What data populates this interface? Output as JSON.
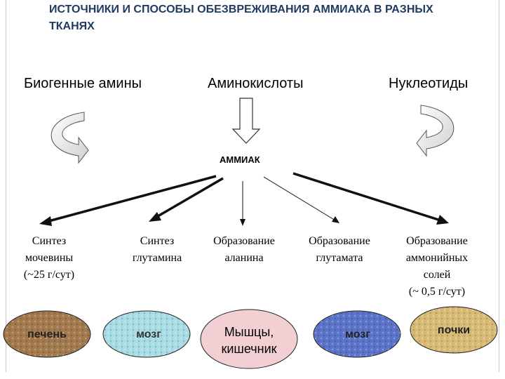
{
  "title": "ИСТОЧНИКИ И СПОСОБЫ ОБЕЗВРЕЖИВАНИЯ АММИАКА В РАЗНЫХ ТКАНЯХ",
  "sources": {
    "left": "Биогенные амины",
    "center": "Аминокислоты",
    "right": "Нуклеотиды"
  },
  "center": "АММИАК",
  "methods": [
    {
      "line1": "Синтез",
      "line2": "мочевины",
      "line3": "(~25 г/сут)",
      "line4": ""
    },
    {
      "line1": "Синтез",
      "line2": "глутамина",
      "line3": "",
      "line4": ""
    },
    {
      "line1": "Образование",
      "line2": "аланина",
      "line3": "",
      "line4": ""
    },
    {
      "line1": "Образование",
      "line2": "глутамата",
      "line3": "",
      "line4": ""
    },
    {
      "line1": "Образование",
      "line2": "аммонийных",
      "line3": "солей",
      "line4": "(~ 0,5 г/сут)"
    }
  ],
  "tissues": [
    {
      "line1": "печень",
      "line2": "",
      "color": "#a37a4e"
    },
    {
      "line1": "мозг",
      "line2": "",
      "color": "#a9dde6"
    },
    {
      "line1": "Мышцы,",
      "line2": "кишечник",
      "color": "#f2cfd3"
    },
    {
      "line1": "мозг",
      "line2": "",
      "color": "#5c74c9"
    },
    {
      "line1": "почки",
      "line2": "",
      "color": "#d9bb76"
    }
  ]
}
